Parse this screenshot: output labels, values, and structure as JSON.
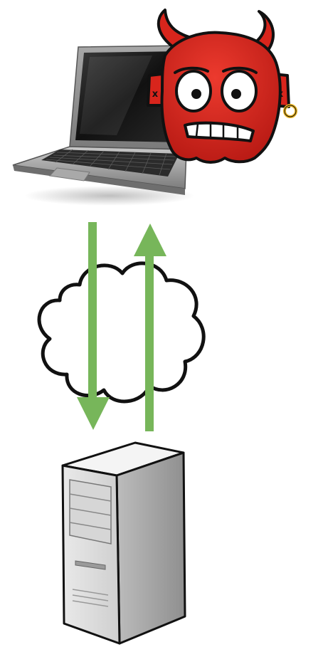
{
  "diagram": {
    "nodes": [
      {
        "id": "client",
        "icon": "laptop-icon"
      },
      {
        "id": "attacker",
        "icon": "devil-icon"
      },
      {
        "id": "network",
        "icon": "cloud-icon"
      },
      {
        "id": "server",
        "icon": "server-tower-icon"
      }
    ],
    "edges": [
      {
        "from": "client",
        "to": "server",
        "direction": "down"
      },
      {
        "from": "server",
        "to": "client",
        "direction": "up"
      }
    ]
  },
  "colors": {
    "arrow": "#77b65a",
    "devil_red": "#d8251c",
    "laptop_body": "#8d8d8d",
    "screen": "#222222",
    "server_body": "#e3e3e3",
    "outline": "#111111"
  }
}
